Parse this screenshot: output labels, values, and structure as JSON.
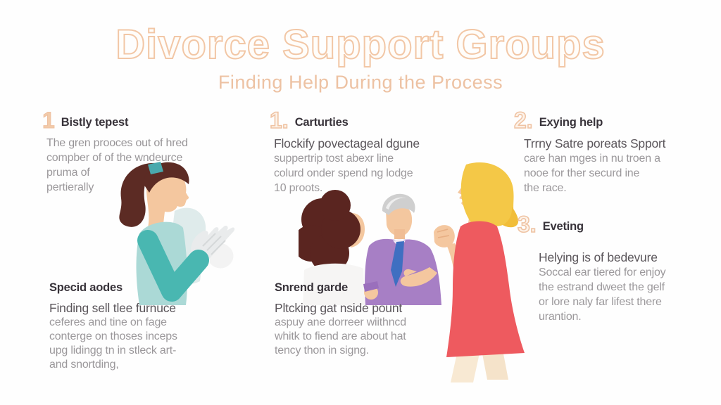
{
  "header": {
    "title": "Divorce Support Groups",
    "subtitle": "Finding Help During the Process"
  },
  "sections": [
    {
      "number": "1",
      "heading": "Bistly tepest",
      "lead": "The gren prooces out of hred",
      "lines": [
        "compber of of the wndeurce",
        "pruma of",
        "pertierally"
      ]
    },
    {
      "number": "1.",
      "heading": "Carturties",
      "lead": "Flockify povectageal dgune",
      "lines": [
        "suppertrip tost abexr line",
        "colurd onder spend ng lodge",
        "10 proots."
      ]
    },
    {
      "number": "2.",
      "heading": "Exying help",
      "lead": "Trrny Satre poreats Spport",
      "lines": [
        "care han mges in nu troen a",
        "nooe for ther securd ine",
        "the race."
      ]
    },
    {
      "number": "3.",
      "heading": "Eveting",
      "lead": "Helying is of bedevure",
      "lines": [
        "Soccal ear tiered for enjoy",
        "the estrand dweet the gelf",
        "or lore naly far lifest there",
        "urantion."
      ]
    },
    {
      "number": "",
      "heading": "Specid aodes",
      "lead": "Finding sell tlee furnuce",
      "lines": [
        "ceferes and tine on fage",
        "conterge on thoses inceps",
        "upg lidingg tn in stleck art-",
        "and snortding,"
      ]
    },
    {
      "number": "",
      "heading": "Snrend garde",
      "lead": "Pltcking gat nside pount",
      "lines": [
        "aspuy ane dorreer wiithncd",
        "whitk to fiend are about hat",
        "tency thon in signg."
      ]
    }
  ],
  "illustrations": [
    {
      "name": "woman-ponytail-teal-top",
      "description": "brunette woman in profile with ponytail, teal top, open hand"
    },
    {
      "name": "couple-talking",
      "description": "dark-haired woman from behind facing gray-haired man in purple shirt with blue tie"
    },
    {
      "name": "woman-red-dress",
      "description": "blonde woman in red dress walking left with raised fist"
    }
  ],
  "colors": {
    "background": "#fefefe",
    "title_outline": "#f2c7a6",
    "subtitle": "#edc2a3",
    "number_peach": "#efc3a3",
    "heading_dark": "#38333a",
    "lead_text": "#5b565b",
    "body_gray": "#9b989b",
    "teal_dark": "#49b7b1",
    "teal_light": "#abd9d6",
    "hair_brown": "#5c2b24",
    "skin": "#f4c79f",
    "shirt_purple": "#a77fc5",
    "tie_blue": "#3f6fc1",
    "hair_gray": "#cfcfcf",
    "hair_blonde": "#f4c847",
    "dress_red": "#ee5a5f",
    "legs_pale": "#f8e9d3",
    "hand_white": "#e9ebec"
  }
}
